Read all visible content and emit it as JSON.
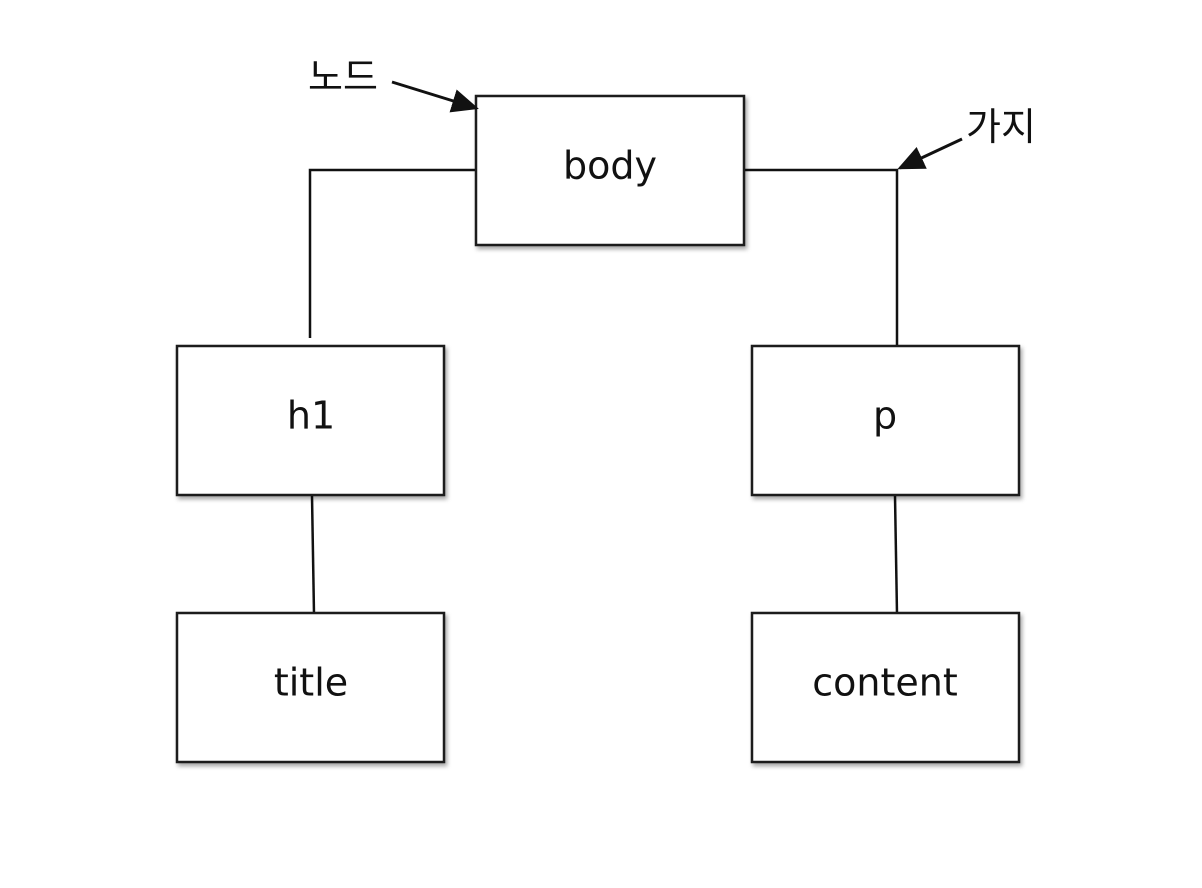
{
  "nodes": {
    "body": {
      "label": "body"
    },
    "h1": {
      "label": "h1"
    },
    "p": {
      "label": "p"
    },
    "title": {
      "label": "title"
    },
    "content": {
      "label": "content"
    }
  },
  "annotations": {
    "node": {
      "label": "노드"
    },
    "branch": {
      "label": "가지"
    }
  },
  "colors": {
    "stroke": "#111111",
    "background": "#ffffff"
  }
}
